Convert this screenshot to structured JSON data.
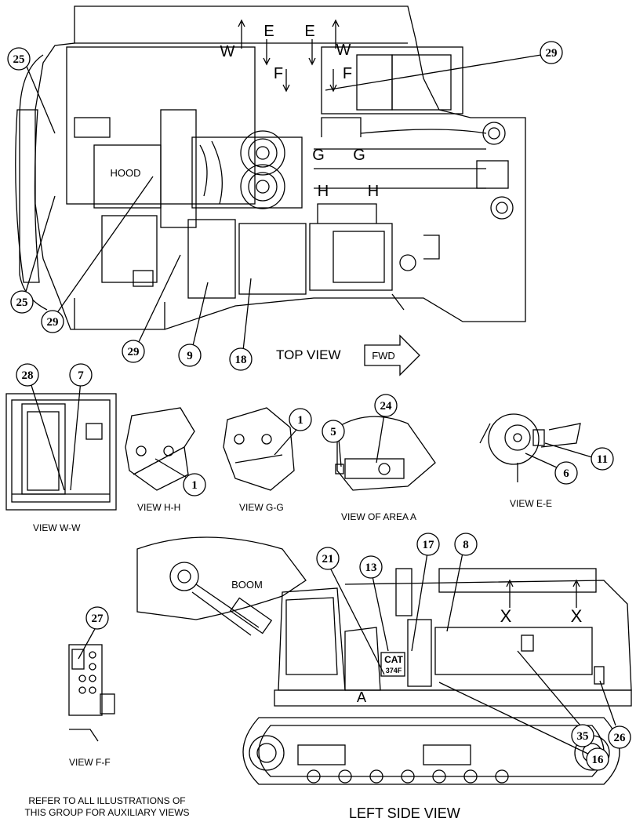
{
  "top_view": {
    "title": "TOP VIEW",
    "fwd": "FWD",
    "hood": "HOOD",
    "section_letters": [
      "W",
      "E",
      "E",
      "W",
      "F",
      "F",
      "G",
      "G",
      "H",
      "H"
    ],
    "callouts": [
      "25",
      "25",
      "29",
      "29",
      "29",
      "9",
      "18"
    ]
  },
  "views": {
    "ww": {
      "title": "VIEW W-W",
      "callouts": [
        "28",
        "7"
      ]
    },
    "hh": {
      "title": "VIEW H-H",
      "callouts": [
        "1"
      ]
    },
    "gg": {
      "title": "VIEW G-G",
      "callouts": [
        "1"
      ]
    },
    "area_a": {
      "title": "VIEW OF AREA A",
      "callouts": [
        "5",
        "24"
      ]
    },
    "ee": {
      "title": "VIEW E-E",
      "callouts": [
        "11",
        "6"
      ]
    },
    "ff": {
      "title": "VIEW F-F",
      "callouts": [
        "27"
      ]
    }
  },
  "left_side_view": {
    "title": "LEFT SIDE VIEW",
    "boom": "BOOM",
    "cat_badge": "CAT",
    "model_badge": "374F",
    "area_letter": "A",
    "section_letters": [
      "X",
      "X"
    ],
    "callouts": [
      "21",
      "13",
      "17",
      "8",
      "35",
      "26",
      "16"
    ]
  },
  "footnote": {
    "line1": "REFER TO ALL ILLUSTRATIONS OF",
    "line2": "THIS GROUP FOR AUXILIARY VIEWS"
  }
}
